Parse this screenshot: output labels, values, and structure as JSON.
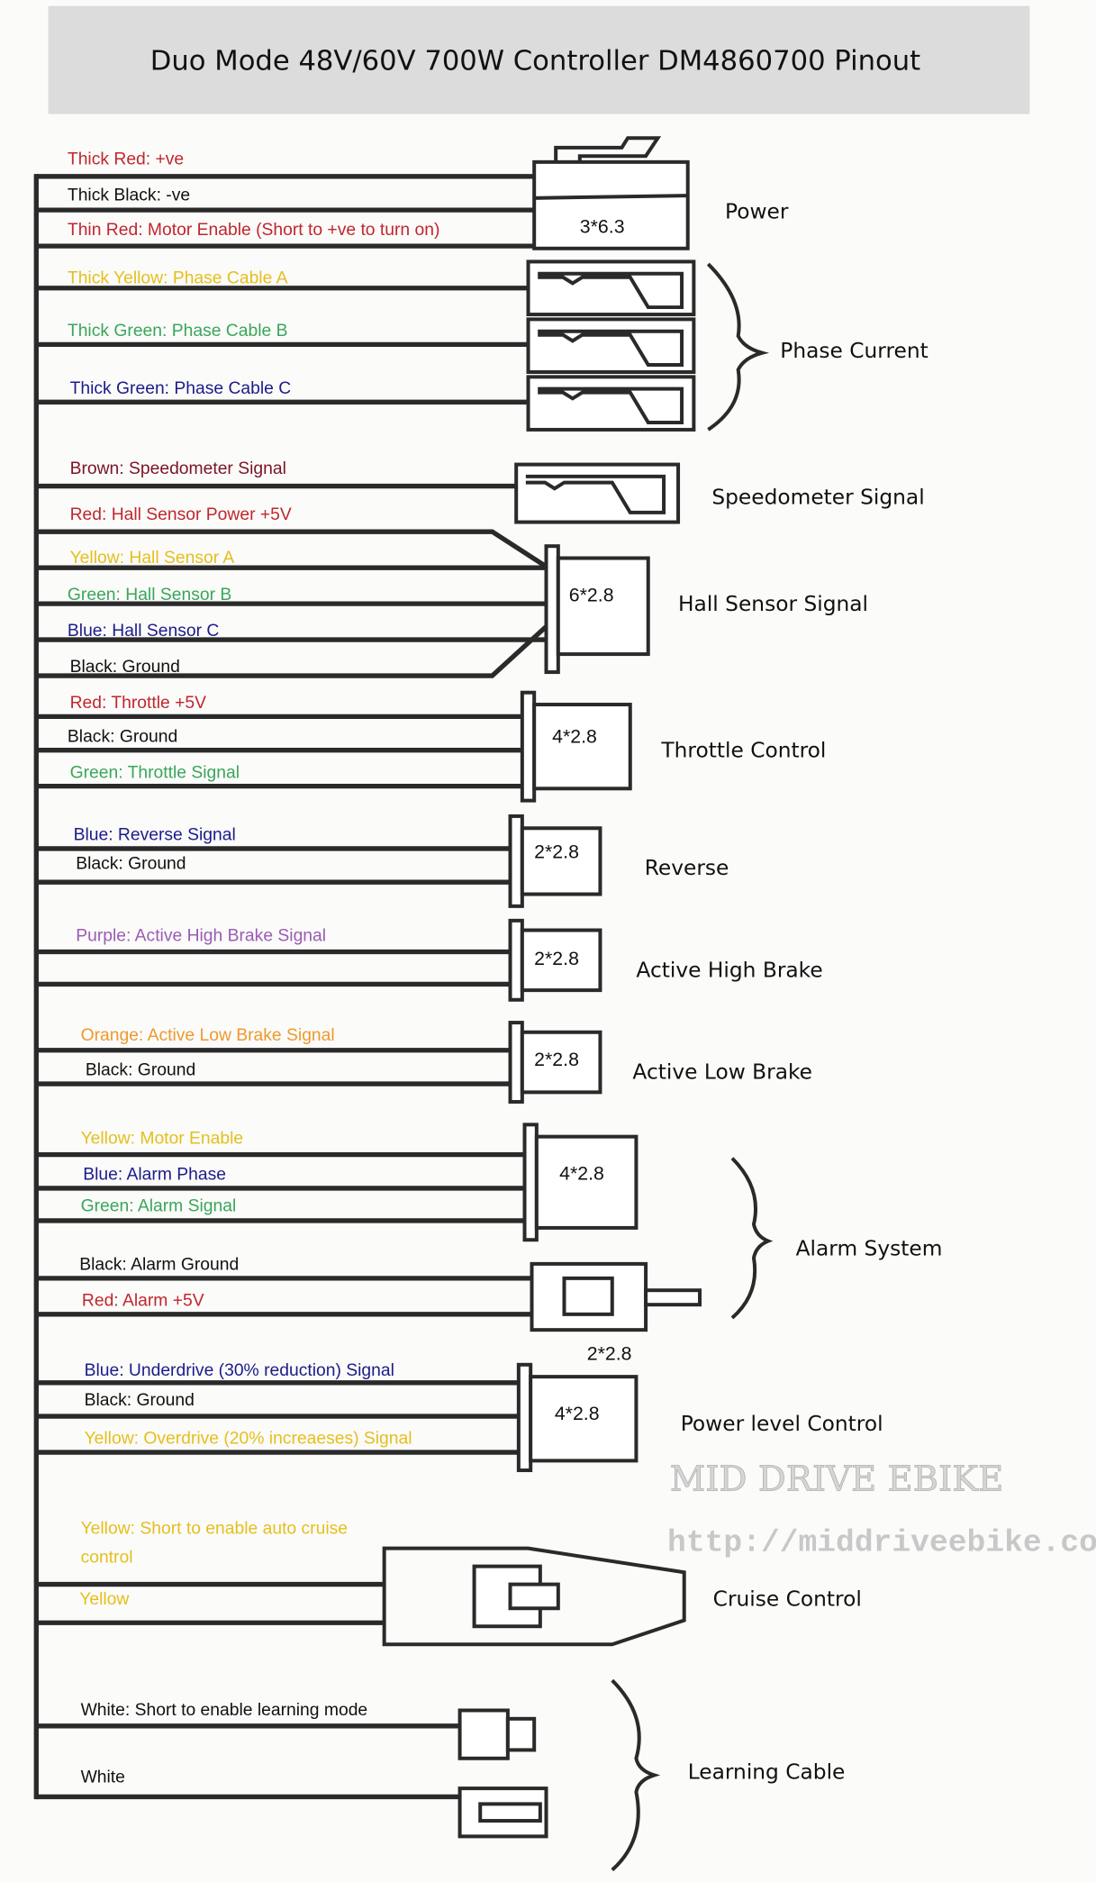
{
  "title": "Duo Mode 48V/60V 700W Controller DM4860700 Pinout",
  "colors": {
    "red": "#c0272d",
    "black": "#111111",
    "yellow": "#e5bf1c",
    "green": "#3aa65a",
    "blue": "#1c1c8a",
    "brown": "#7a1426",
    "purple": "#9a5cb4",
    "orange": "#ee9a2c"
  },
  "wire_labels": [
    {
      "text": "Thick Red: +ve",
      "color": "red"
    },
    {
      "text": "Thick Black: -ve",
      "color": "black"
    },
    {
      "text": "Thin Red: Motor Enable (Short to +ve to turn on)",
      "color": "red"
    },
    {
      "text": "Thick Yellow: Phase Cable A",
      "color": "yellow"
    },
    {
      "text": "Thick Green: Phase Cable B",
      "color": "green"
    },
    {
      "text": "Thick Green: Phase Cable C",
      "color": "blue"
    },
    {
      "text": "Brown: Speedometer Signal",
      "color": "brown"
    },
    {
      "text": "Red: Hall Sensor Power +5V",
      "color": "red"
    },
    {
      "text": "Yellow: Hall Sensor A",
      "color": "yellow"
    },
    {
      "text": "Green: Hall Sensor B",
      "color": "green"
    },
    {
      "text": "Blue: Hall Sensor C",
      "color": "blue"
    },
    {
      "text": "Black: Ground",
      "color": "black"
    },
    {
      "text": "Red: Throttle +5V",
      "color": "red"
    },
    {
      "text": "Black: Ground",
      "color": "black"
    },
    {
      "text": "Green: Throttle Signal",
      "color": "green"
    },
    {
      "text": "Blue: Reverse Signal",
      "color": "blue"
    },
    {
      "text": "Black: Ground",
      "color": "black"
    },
    {
      "text": "Purple: Active High Brake Signal",
      "color": "purple"
    },
    {
      "text": "Orange: Active Low Brake Signal",
      "color": "orange"
    },
    {
      "text": "Black: Ground",
      "color": "black"
    },
    {
      "text": "Yellow: Motor Enable",
      "color": "yellow"
    },
    {
      "text": "Blue: Alarm Phase",
      "color": "blue"
    },
    {
      "text": "Green: Alarm Signal",
      "color": "green"
    },
    {
      "text": "Black: Alarm Ground",
      "color": "black"
    },
    {
      "text": "Red: Alarm +5V",
      "color": "red"
    },
    {
      "text": "Blue: Underdrive (30% reduction) Signal",
      "color": "blue"
    },
    {
      "text": "Black: Ground",
      "color": "black"
    },
    {
      "text": "Yellow: Overdrive (20% increaeses) Signal",
      "color": "yellow"
    },
    {
      "text": "Yellow: Short to enable auto cruise",
      "color": "yellow"
    },
    {
      "text": "control",
      "color": "yellow"
    },
    {
      "text": "Yellow",
      "color": "yellow"
    },
    {
      "text": "White: Short to enable learning mode",
      "color": "black"
    },
    {
      "text": "White",
      "color": "black"
    }
  ],
  "groups": [
    "Power",
    "Phase Current",
    "Speedometer Signal",
    "Hall Sensor Signal",
    "Throttle Control",
    "Reverse",
    "Active High Brake",
    "Active Low Brake",
    "Alarm System",
    "Power level Control",
    "Cruise Control",
    "Learning Cable"
  ],
  "connector_sizes": [
    "3*6.3",
    "6*2.8",
    "4*2.8",
    "2*2.8",
    "2*2.8",
    "2*2.8",
    "4*2.8",
    "2*2.8",
    "4*2.8"
  ],
  "watermark": {
    "name": "MID DRIVE EBIKE",
    "url": "http://middriveebike.com"
  }
}
